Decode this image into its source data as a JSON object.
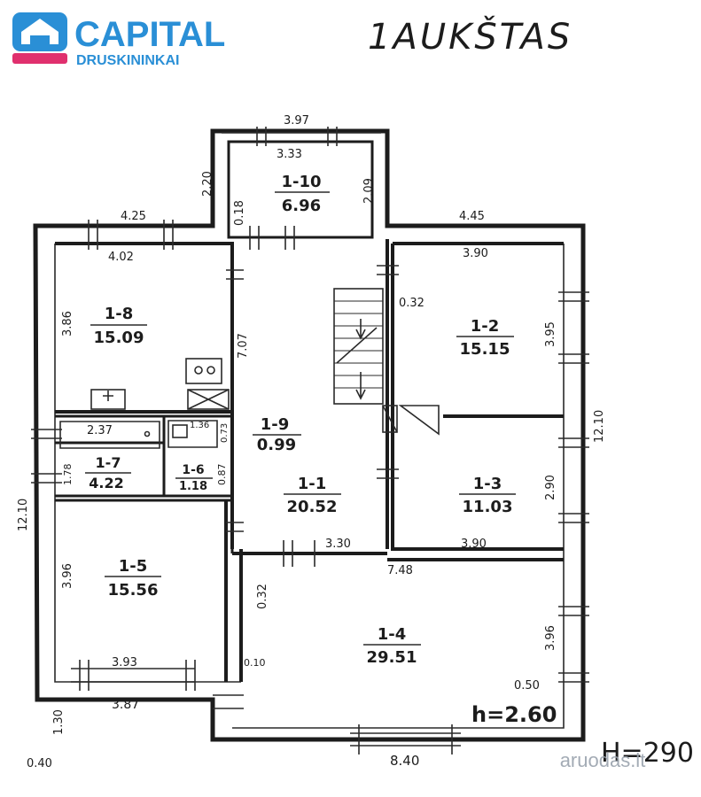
{
  "logo": {
    "brand": "CAPITAL",
    "city": "DRUSKININKAI",
    "brand_color": "#2a8fd6",
    "accent_color": "#e0306e"
  },
  "title": "1AUKŠTAS",
  "watermark": "aruodas.lt",
  "watermark_color": "#9aa3ad",
  "heights": {
    "room_height": "h=2.60",
    "floor_height": "H=290"
  },
  "rooms": [
    {
      "id": "1-10",
      "area": "6.96"
    },
    {
      "id": "1-8",
      "area": "15.09"
    },
    {
      "id": "1-2",
      "area": "15.15"
    },
    {
      "id": "1-9",
      "area": "0.99"
    },
    {
      "id": "1-7",
      "area": "4.22"
    },
    {
      "id": "1-6",
      "area": "1.18"
    },
    {
      "id": "1-1",
      "area": "20.52"
    },
    {
      "id": "1-3",
      "area": "11.03"
    },
    {
      "id": "1-5",
      "area": "15.56"
    },
    {
      "id": "1-4",
      "area": "29.51"
    }
  ],
  "dimensions": {
    "top_ext": "3.97",
    "top_int": "3.33",
    "ext_220": "2.20",
    "int_209": "2.09",
    "int_018": "0.18",
    "left_ext": "4.25",
    "right_ext": "4.45",
    "w_402": "4.02",
    "w_390a": "3.90",
    "h_386": "3.86",
    "h_707": "7.07",
    "d_032a": "0.32",
    "h_395": "3.95",
    "h_1210r": "12.10",
    "w_237": "2.37",
    "w_136": "1.36",
    "w_073": "0.73",
    "h_178": "1.78",
    "h_087": "0.87",
    "h_290": "2.90",
    "w_330": "3.30",
    "w_390b": "3.90",
    "h_1210l": "12.10",
    "w_748": "7.48",
    "h_396a": "3.96",
    "d_032b": "0.32",
    "w_393": "3.93",
    "d_010": "0.10",
    "h_396b": "3.96",
    "w_050": "0.50",
    "w_387": "3.87",
    "h_130": "1.30",
    "d_040": "0.40",
    "w_840": "8.40"
  }
}
